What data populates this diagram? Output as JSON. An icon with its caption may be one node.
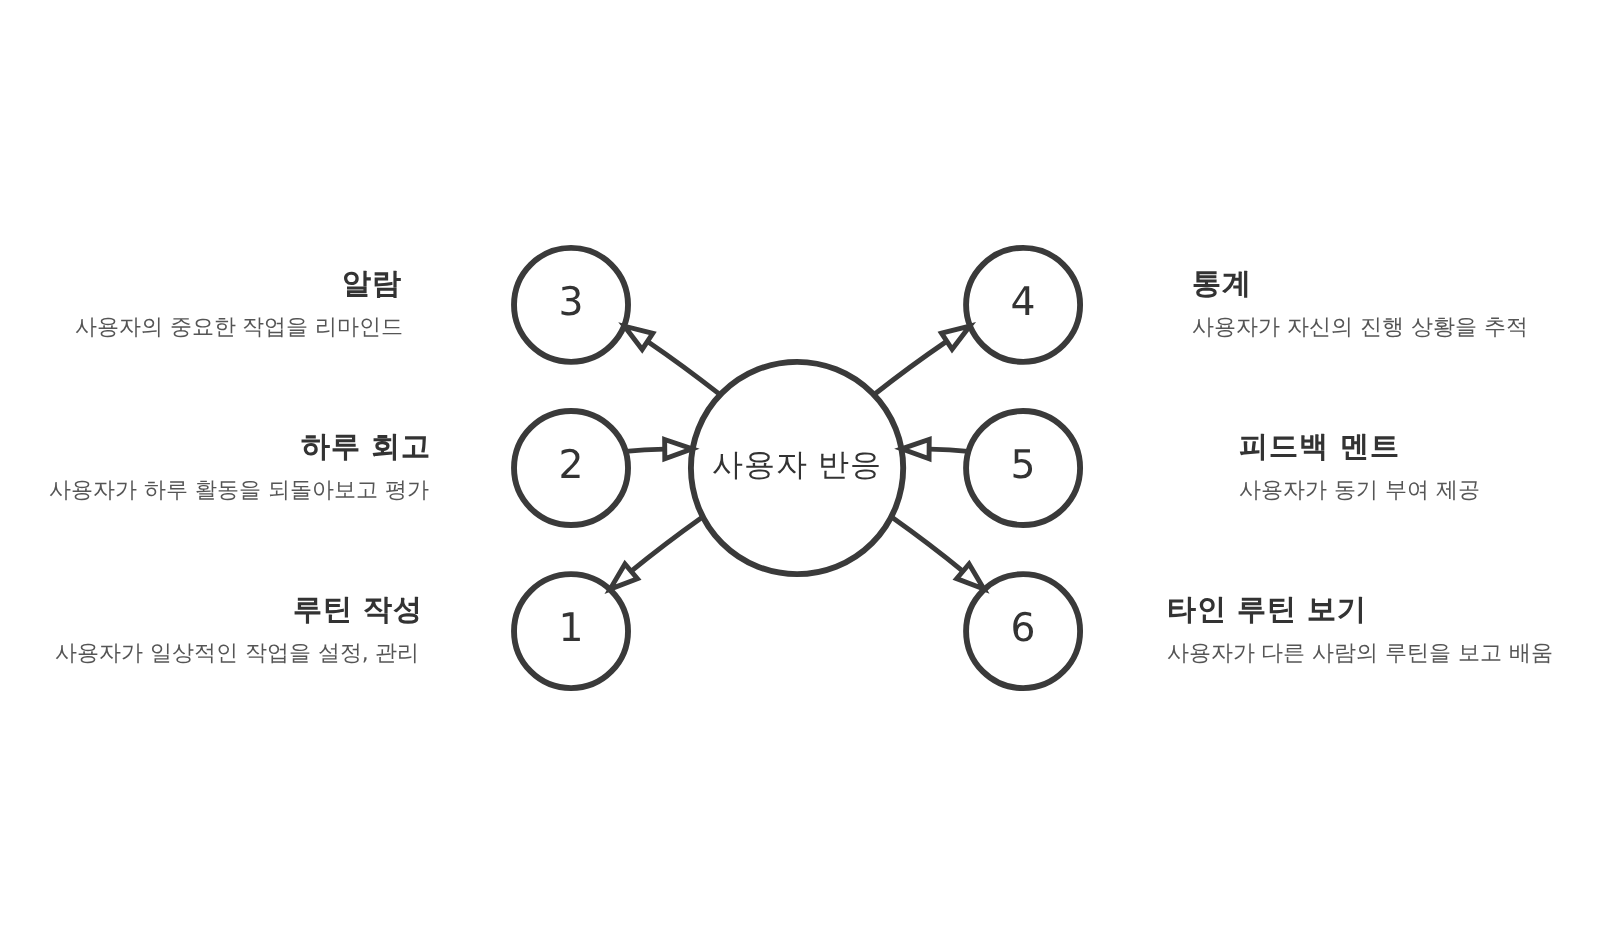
{
  "diagram": {
    "nodes": [
      {
        "text": [
          "3"
        ],
        "beside": [
          "알람",
          "사용자의 중요한 작업을 리마인드"
        ]
      },
      {
        "text": [
          "4"
        ],
        "beside": [
          "통계",
          "사용자가 자신의 진행 상황을 추적"
        ]
      },
      {
        "text": [
          "2"
        ],
        "beside": [
          "하루 회고",
          "사용자가 하루 활동을 되돌아보고 평가"
        ]
      },
      {
        "text": [
          "사용자 반응"
        ]
      },
      {
        "text": [
          "5"
        ],
        "beside": [
          "피드백 멘트",
          "사용자가 동기 부여 제공"
        ]
      },
      {
        "text": [
          "1"
        ],
        "beside": [
          "루틴 작성",
          "사용자가 일상적인 작업을 설정, 관리"
        ]
      },
      {
        "text": [
          "6"
        ],
        "beside": [
          "타인 루틴 보기",
          "사용자가 다른 사람의 루틴을 보고 배움"
        ]
      }
    ],
    "edges": [
      {
        "from": 3,
        "to": 0,
        "arrow": "to"
      },
      {
        "from": 3,
        "to": 1,
        "arrow": "to"
      },
      {
        "from": 2,
        "to": 3,
        "arrow": "to"
      },
      {
        "from": 4,
        "to": 3,
        "arrow": "to"
      },
      {
        "from": 3,
        "to": 5,
        "arrow": "to"
      },
      {
        "from": 3,
        "to": 6,
        "arrow": "to"
      }
    ]
  }
}
